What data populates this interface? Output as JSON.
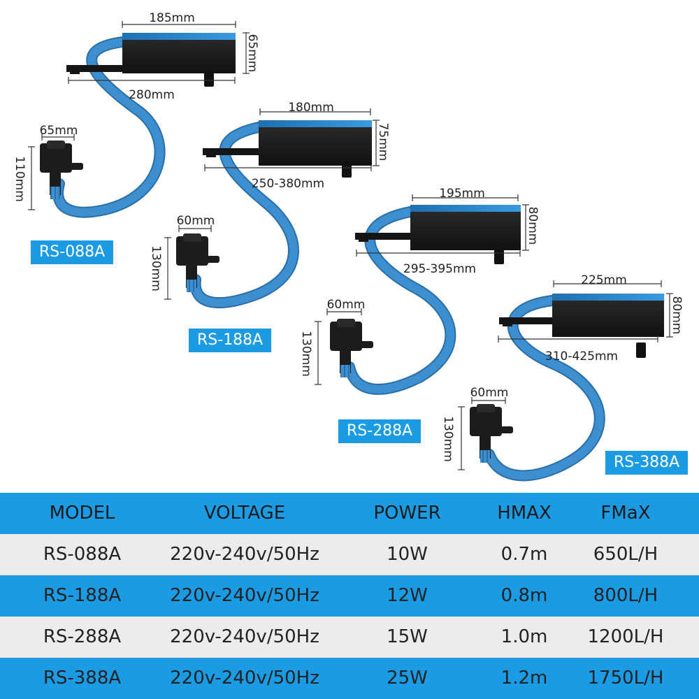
{
  "products": [
    {
      "model": "RS-088A",
      "box_width": "185mm",
      "box_height": "65mm",
      "rail_length": "280mm",
      "pump_width": "65mm",
      "pump_height": "110mm"
    },
    {
      "model": "RS-188A",
      "box_width": "180mm",
      "box_height": "75mm",
      "rail_length": "250-380mm",
      "pump_width": "60mm",
      "pump_height": "130mm"
    },
    {
      "model": "RS-288A",
      "box_width": "195mm",
      "box_height": "80mm",
      "rail_length": "295-395mm",
      "pump_width": "60mm",
      "pump_height": "130mm"
    },
    {
      "model": "RS-388A",
      "box_width": "225mm",
      "box_height": "80mm",
      "rail_length": "310-425mm",
      "pump_width": "60mm",
      "pump_height": "130mm"
    }
  ],
  "table": {
    "headers": [
      "MODEL",
      "VOLTAGE",
      "POWER",
      "HMAX",
      "FMaX"
    ],
    "rows": [
      [
        "RS-088A",
        "220v-240v/50Hz",
        "10W",
        "0.7m",
        "650L/H"
      ],
      [
        "RS-188A",
        "220v-240v/50Hz",
        "12W",
        "0.8m",
        "800L/H"
      ],
      [
        "RS-288A",
        "220v-240v/50Hz",
        "15W",
        "1.0m",
        "1200L/H"
      ],
      [
        "RS-388A",
        "220v-240v/50Hz",
        "25W",
        "1.2m",
        "1750L/H"
      ]
    ]
  },
  "colors": {
    "accent": "#1b9be3",
    "hose": "#3d8fd0",
    "row_alt": "#ececec"
  }
}
